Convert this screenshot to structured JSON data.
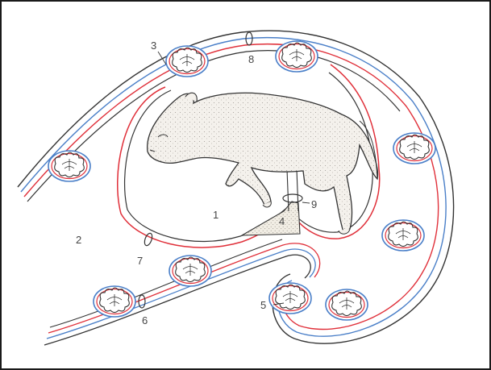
{
  "colors": {
    "border": "#1a1a1a",
    "outline": "#333333",
    "allantois": "#e0303a",
    "chorion": "#4a7fc8",
    "fetus_fill": "#f4f1ec",
    "amnion_fluid": "#ffffff",
    "stalk_fill": "#f1ede4"
  },
  "labels": {
    "one": "1",
    "two": "2",
    "three": "3",
    "four": "4",
    "five": "5",
    "six": "6",
    "seven": "7",
    "eight": "8",
    "nine": "9"
  },
  "icons": {
    "cotyledon": "placentome-rosette-icon",
    "fetus": "calf-fetus-illustration"
  }
}
